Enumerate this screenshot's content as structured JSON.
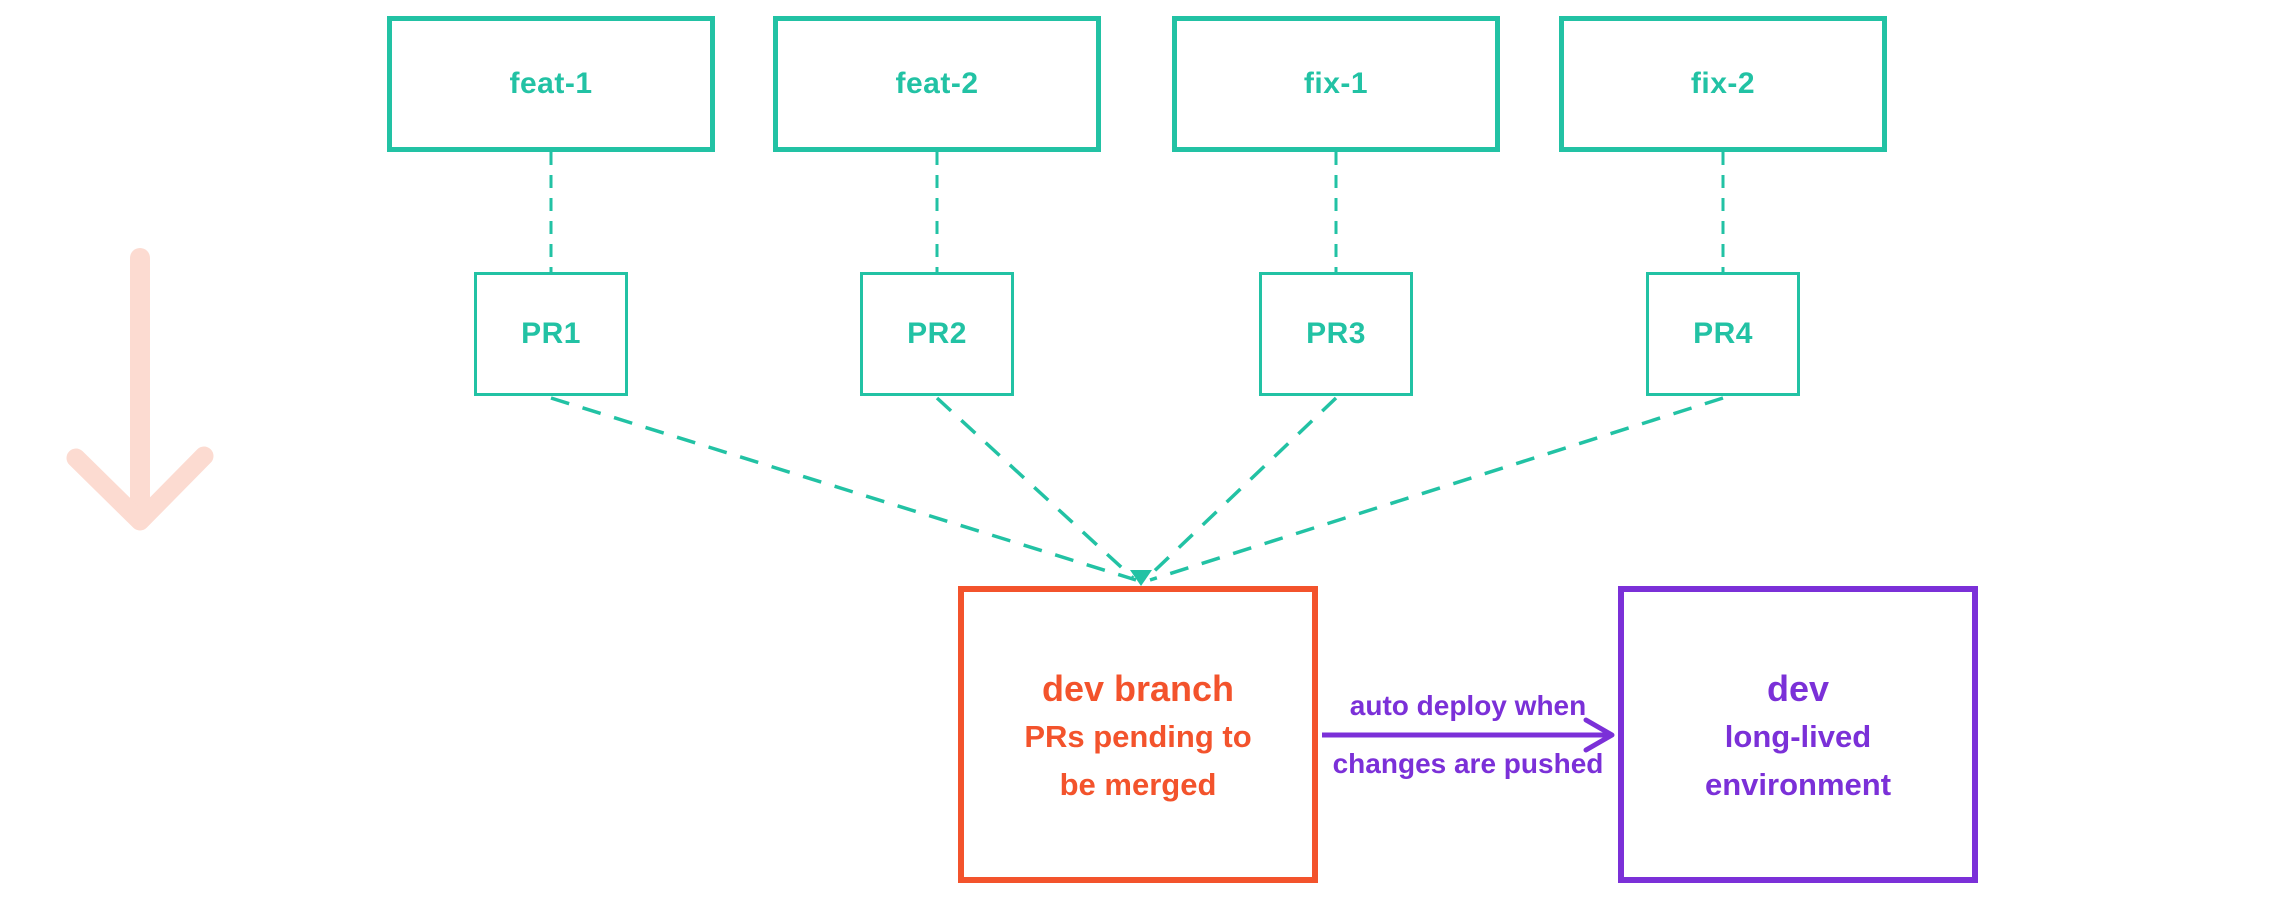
{
  "colors": {
    "teal": "#22c2a4",
    "orange": "#f3532c",
    "purple": "#7b30d8",
    "pink": "#fcdbd1",
    "background": "#ffffff"
  },
  "feature_branches": [
    {
      "label": "feat-1"
    },
    {
      "label": "feat-2"
    },
    {
      "label": "fix-1"
    },
    {
      "label": "fix-2"
    }
  ],
  "pull_requests": [
    {
      "label": "PR1"
    },
    {
      "label": "PR2"
    },
    {
      "label": "PR3"
    },
    {
      "label": "PR4"
    }
  ],
  "dev_branch_box": {
    "title_bold": "dev",
    "title_regular": "branch",
    "subtitle_line1": "PRs pending to",
    "subtitle_line2": "be merged"
  },
  "deploy_arrow": {
    "label_line1": "auto deploy when",
    "label_line2": "changes are pushed"
  },
  "dev_env_box": {
    "title_bold": "dev",
    "subtitle_line1": "long-lived",
    "subtitle_line2": "environment"
  },
  "icons": {
    "flow_direction_arrow": "large pale pink downward arrow"
  }
}
